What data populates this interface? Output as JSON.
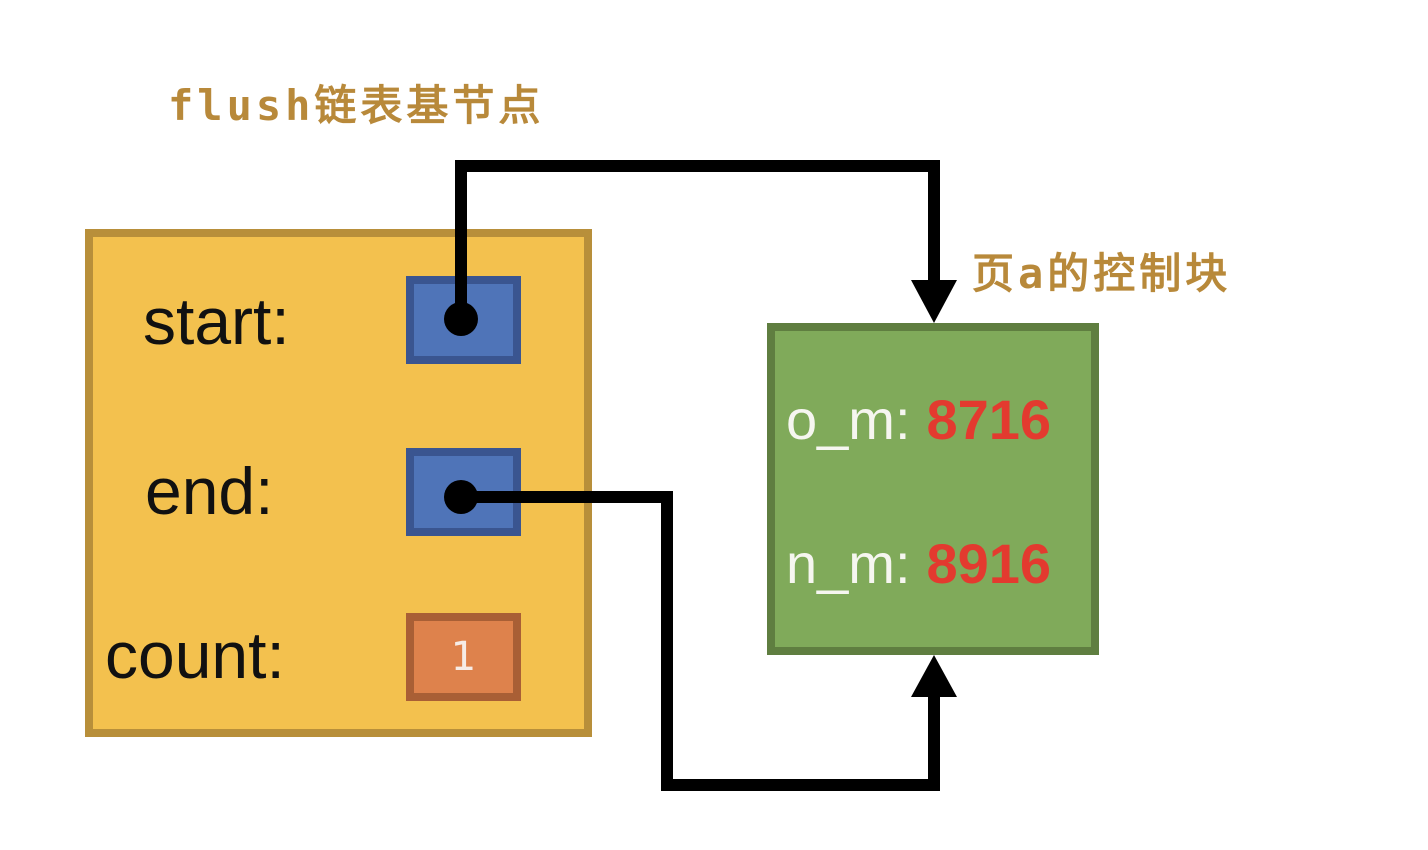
{
  "labels": {
    "flush_list_base_node": "flush链表基节点",
    "page_control_block": "页a的控制块"
  },
  "flush_node": {
    "fields": [
      {
        "name": "start:",
        "kind": "pointer",
        "points_to": "page_a_control_block"
      },
      {
        "name": "end:",
        "kind": "pointer",
        "points_to": "page_a_control_block"
      },
      {
        "name": "count:",
        "kind": "value",
        "value": "1"
      }
    ]
  },
  "control_block": {
    "rows": [
      {
        "key": "o_m:",
        "value": "8716"
      },
      {
        "key": "n_m:",
        "value": "8916"
      }
    ]
  },
  "colors": {
    "label_text": "#b8893a",
    "node_fill": "#f3c14e",
    "node_border": "#b88f3a",
    "pointer_fill": "#4f74b8",
    "pointer_border": "#3a5590",
    "count_fill": "#de824c",
    "count_border": "#a95f35",
    "control_fill": "#80aa5a",
    "control_border": "#5f7e40",
    "value_text": "#e33a2f",
    "wire": "#000000"
  }
}
